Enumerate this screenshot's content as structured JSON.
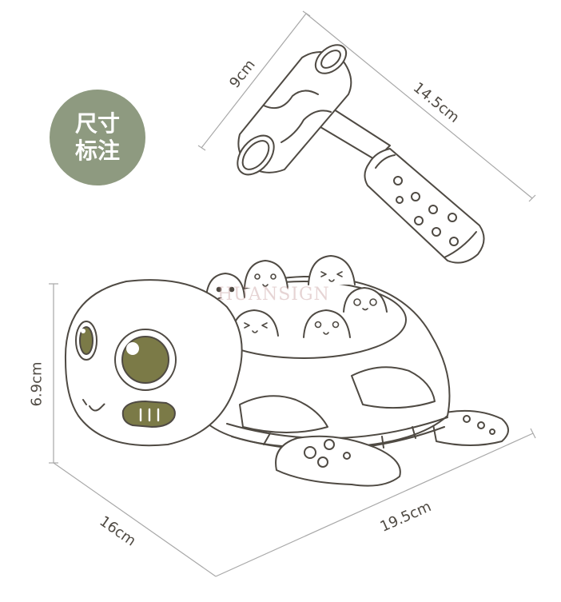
{
  "badge": {
    "line1": "尺寸",
    "line2": "标注"
  },
  "dimensions": {
    "hammer_head": "9cm",
    "hammer_length": "14.5cm",
    "turtle_height": "6.9cm",
    "turtle_depth": "16cm",
    "turtle_length": "19.5cm"
  },
  "watermark": "HUANSIGN",
  "colors": {
    "badge": "#8e9a80",
    "outline": "#4f4a43",
    "eye_fill": "#7b7a47",
    "mouth_fill": "#7b7a47",
    "dim_line": "#a8a8a8"
  }
}
